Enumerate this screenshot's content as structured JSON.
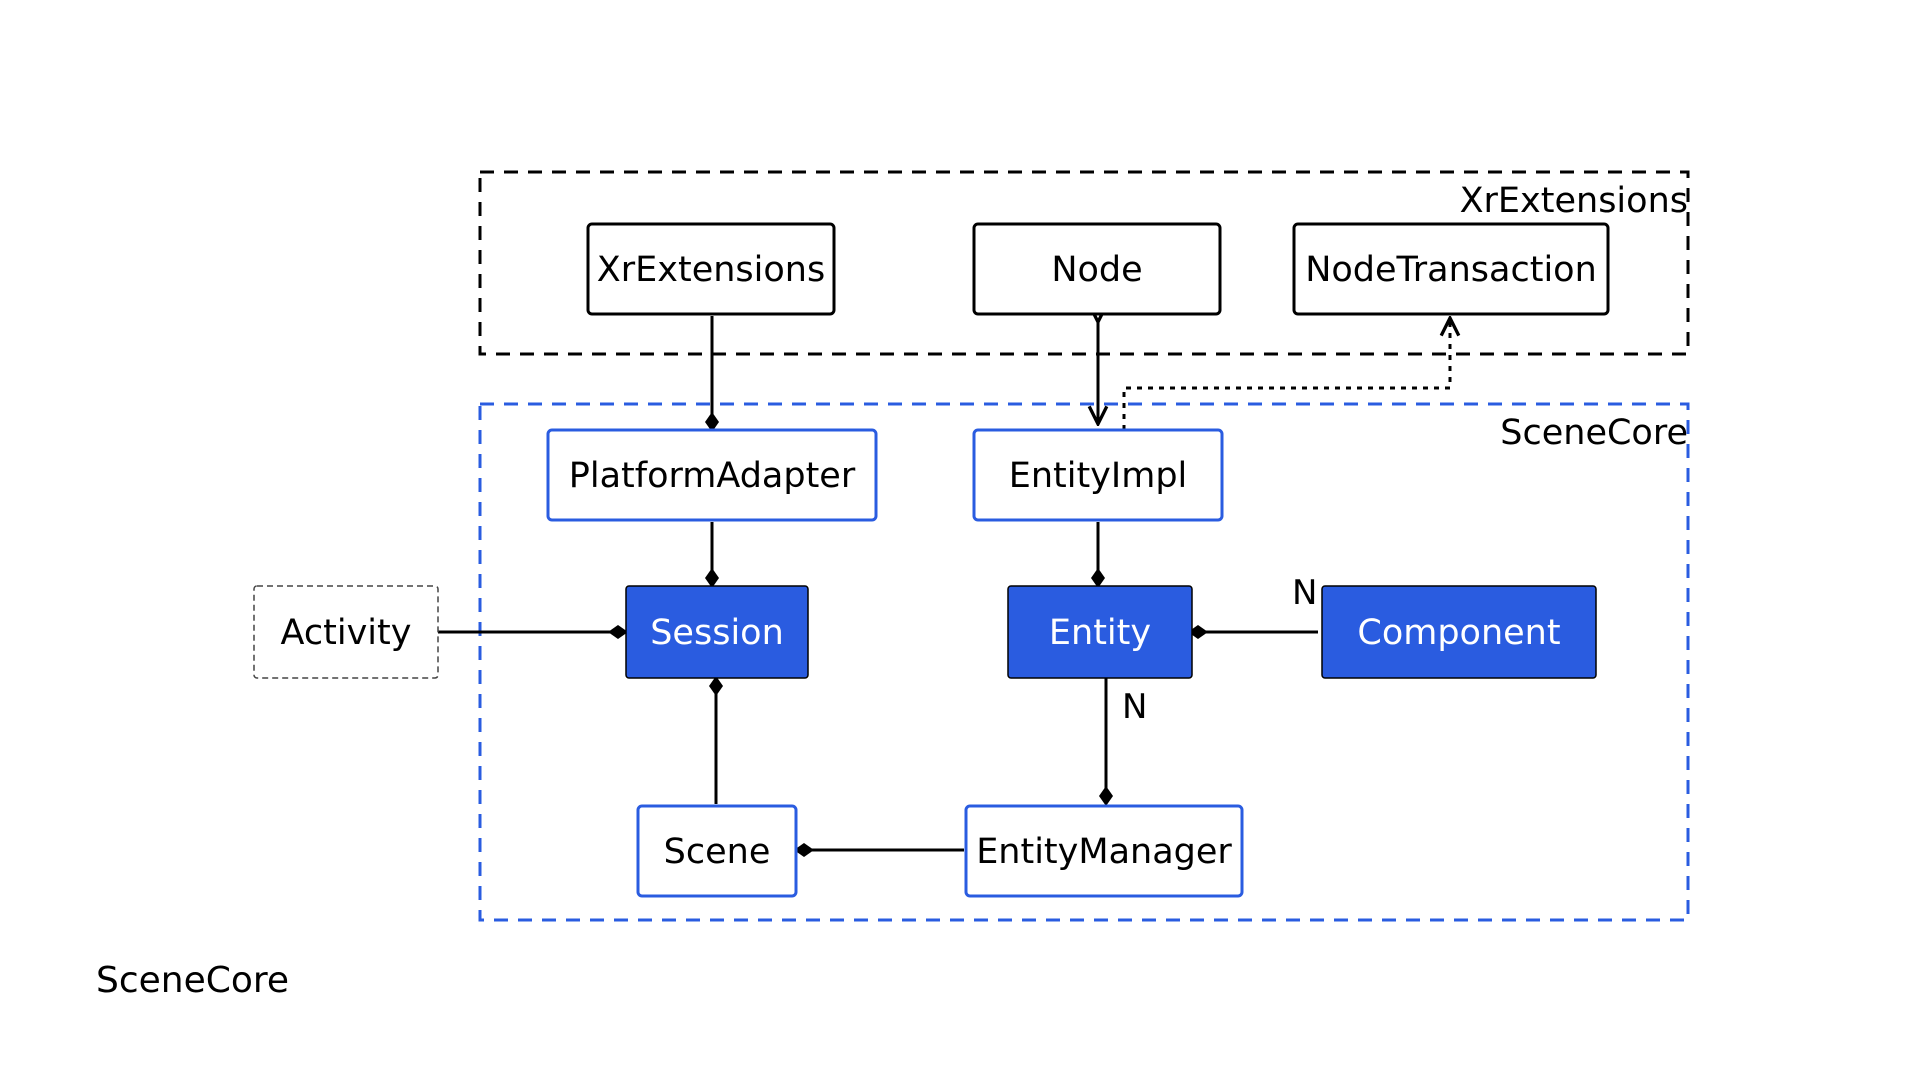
{
  "caption": "SceneCore",
  "groups": {
    "xr": {
      "label": "XrExtensions",
      "color": "#000000"
    },
    "scene": {
      "label": "SceneCore",
      "color": "#2a5ce0"
    }
  },
  "nodes": {
    "xrextensions": "XrExtensions",
    "node": "Node",
    "nodetransaction": "NodeTransaction",
    "platformadapter": "PlatformAdapter",
    "entityimpl": "EntityImpl",
    "activity": "Activity",
    "session": "Session",
    "entity": "Entity",
    "component": "Component",
    "scene": "Scene",
    "entitymanager": "EntityManager"
  },
  "multiplicities": {
    "component_entity": "N",
    "entity_entitymanager": "N"
  },
  "colors": {
    "accent": "#2a5ce0",
    "stroke": "#000000",
    "fill_text": "#ffffff"
  }
}
